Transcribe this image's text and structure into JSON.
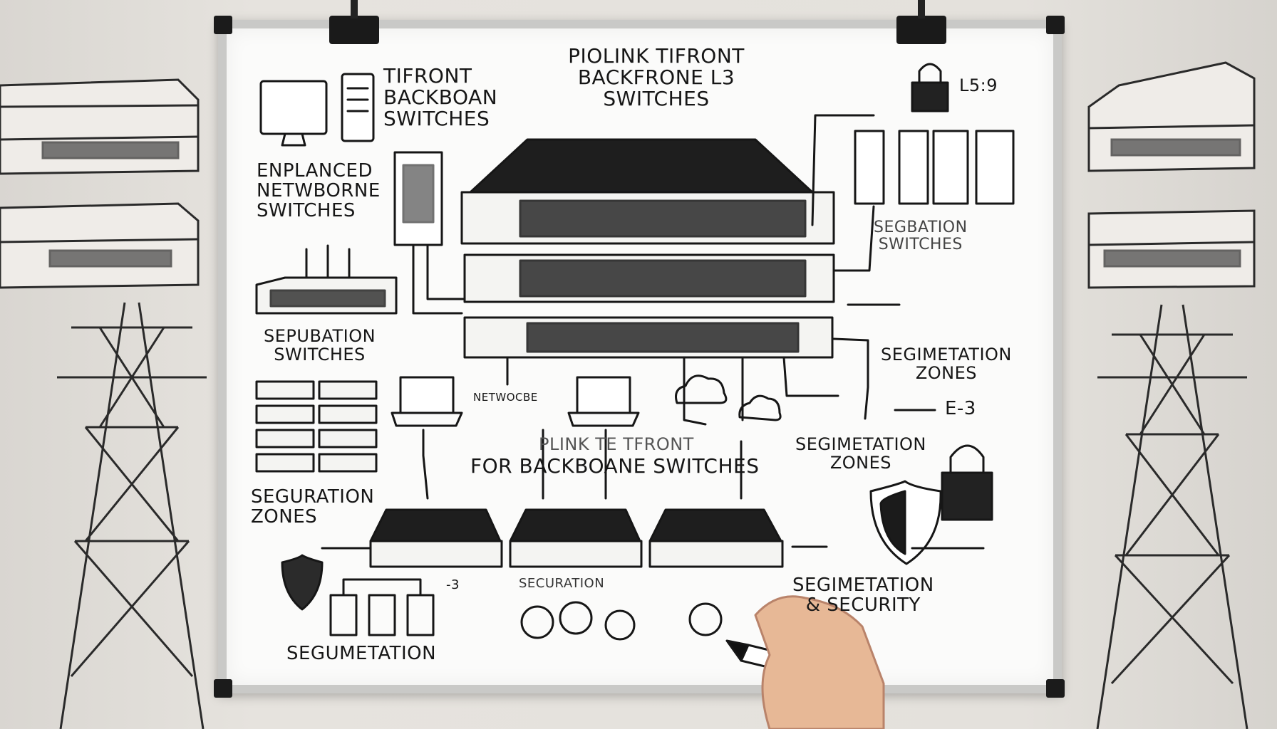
{
  "labels": {
    "title": "PIOLINK TIFRONT\nBACKFRONE L3\nSWITCHES",
    "tifront_backboan": "TIFRONT\nBACKBOAN\nSWITCHES",
    "enplanced": "ENPLANCED\nNETWBORNE\nSWITCHES",
    "sepubation": "SEPUBATION\nSWITCHES",
    "segbation_switches": "SEGBATION\nSWITCHES",
    "segimetation_zones_1": "SEGIMETATION\nZONES",
    "segimetation_zones_2": "SEGIMETATION\nZONES",
    "segimetation_security": "SEGIMETATION\n& SECURITY",
    "seguration_zones": "SEGURATION\nZONES",
    "segumetation": "SEGUMETATION",
    "securation": "SECURATION",
    "netwocbe": "NETWOCBE",
    "link_line1": "PLINK TE TFRONT",
    "link_line2": "FOR BACKBOANE SWITCHES",
    "lock_note": "L5:9",
    "side_note": "E-3",
    "lower_note": "-3"
  },
  "icons": [
    "padlock-icon",
    "shield-icon",
    "cloud-icon",
    "laptop-icon",
    "monitor-icon",
    "server-tower-icon",
    "power-pylon-icon",
    "marker-pen-icon"
  ],
  "colors": {
    "ink": "#161616",
    "board": "#fbfbfa",
    "frame": "#c9c9c7",
    "wall": "#e2dfda"
  }
}
